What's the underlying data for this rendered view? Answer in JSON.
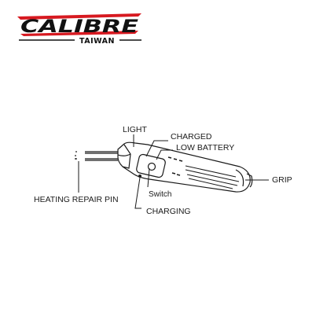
{
  "brand": {
    "name": "CALIBRE",
    "tagline": "TAIWAN",
    "colors": {
      "text": "#111111",
      "accent": "#d71920"
    }
  },
  "diagram": {
    "labels": {
      "light": "LIGHT",
      "charged": "CHARGED",
      "low_battery": "LOW BATTERY",
      "grip": "GRIP",
      "heating_repair_pin": "HEATING REPAIR PIN",
      "switch": "Switch",
      "charging": "CHARGING"
    },
    "colors": {
      "line": "#1a1a1a"
    }
  }
}
